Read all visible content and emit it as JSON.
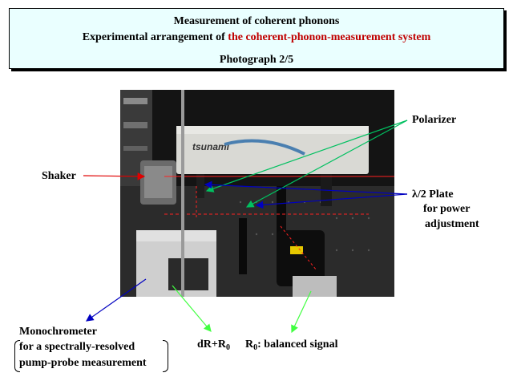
{
  "header": {
    "line1": "Measurement of coherent phonons",
    "line2_prefix": "Experimental arrangement of ",
    "line2_highlight": "the coherent-phonon-measurement system",
    "line3": "Photograph 2/5"
  },
  "photo": {
    "brand_text": "tsunami"
  },
  "labels": {
    "shaker": "Shaker",
    "polarizer": "Polarizer",
    "half_wave_line1": "λ/2 Plate",
    "half_wave_line2": "for  power",
    "half_wave_line3": "adjustment",
    "mono_line1": "Monochrometer",
    "mono_line2": "for a spectrally-resolved",
    "mono_line3": "pump-probe measurement",
    "dr_main": "dR+R",
    "dr_sub": "0",
    "r0_main": "R",
    "r0_sub": "0",
    "r0_rest": ": balanced signal"
  },
  "colors": {
    "title_bg": "#eaffff",
    "highlight": "#c00000",
    "arrow_red": "#e00000",
    "arrow_green": "#00c060",
    "arrow_blue": "#0000c0",
    "arrow_lime": "#40ff40"
  }
}
